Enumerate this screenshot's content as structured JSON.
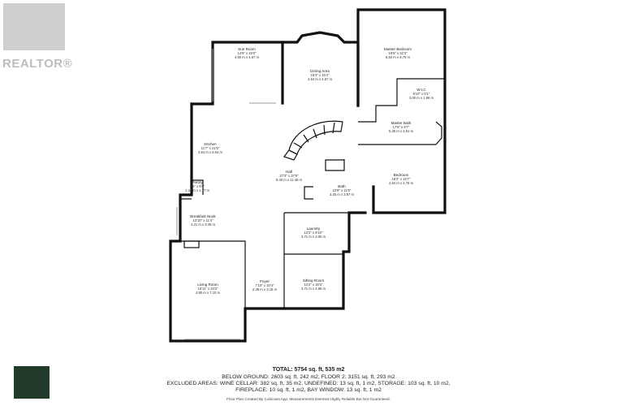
{
  "brand": {
    "realtor_label": "REALTOR®",
    "colors": {
      "logo_gray": "#cfcfcf",
      "badge_green": "#223a2a",
      "wall": "#111111"
    }
  },
  "rooms": [
    {
      "id": "sunroom",
      "name": "Sun Room",
      "imperial": "14'9\" x 15'0\"",
      "metric": "4.50 m x 4.57 m"
    },
    {
      "id": "dining",
      "name": "Dining Area",
      "imperial": "15'3\" x 15'4\"",
      "metric": "4.64 m x 4.67 m"
    },
    {
      "id": "master",
      "name": "Master Bedroom",
      "imperial": "18'6\" x 22'3\"",
      "metric": "5.63 m x 6.79 m"
    },
    {
      "id": "wic",
      "name": "W.I.C",
      "imperial": "9'10\" x 6'1\"",
      "metric": "3.00 m x 1.86 m"
    },
    {
      "id": "masterbath",
      "name": "Master Bath",
      "imperial": "17'6\" x 9'7\"",
      "metric": "5.35 m x 2.91 m"
    },
    {
      "id": "kitchen",
      "name": "Kitchen",
      "imperial": "11'7\" x 21'5\"",
      "metric": "3.54 m x 6.54 m"
    },
    {
      "id": "hall",
      "name": "Hall",
      "imperial": "27'3\" x 37'8\"",
      "metric": "8.30 m x 11.49 m"
    },
    {
      "id": "bedroom",
      "name": "Bedroom",
      "imperial": "16'2\" x 15'7\"",
      "metric": "4.94 m x 4.76 m"
    },
    {
      "id": "bath",
      "name": "Bath",
      "imperial": "10'8\" x 11'9\"",
      "metric": "3.25 m x 3.57 m"
    },
    {
      "id": "pantry",
      "name": "Pantry",
      "imperial": "4'1\" x 5'9\"",
      "metric": "1.24 m x 1.77 m"
    },
    {
      "id": "breakfast",
      "name": "Breakfast Nook",
      "imperial": "13'10\" x 11'4\"",
      "metric": "4.21 m x 3.45 m"
    },
    {
      "id": "laundry",
      "name": "Laundry",
      "imperial": "12'2\" x 9'10\"",
      "metric": "3.71 m x 3.00 m"
    },
    {
      "id": "foyer",
      "name": "Foyer",
      "imperial": "7'10\" x 10'4\"",
      "metric": "2.38 m x 3.15 m"
    },
    {
      "id": "sitting",
      "name": "Sitting Room",
      "imperial": "12'2\" x 16'3\"",
      "metric": "3.71 m x 4.95 m"
    },
    {
      "id": "living",
      "name": "Living Room",
      "imperial": "15'11\" x 23'3\"",
      "metric": "4.85 m x 7.10 m"
    }
  ],
  "summary": {
    "total": "TOTAL: 5754 sq. ft, 535 m2",
    "line1": "BELOW GROUND: 2603 sq. ft, 242 m2, FLOOR 2: 3151 sq. ft, 293 m2",
    "line2": "EXCLUDED AREAS: WINE CELLAR: 382 sq. ft, 35 m2, UNDEFINED: 13 sq. ft, 1 m2, STORAGE: 103 sq. ft, 10 m2,",
    "line3": "FIREPLACE: 10 sq. ft, 1 m2, BAY WINDOW: 13 sq. ft, 1 m2",
    "credit": "Floor Plan Created By Cubicasa App. Measurements Deemed Highly Reliable But Not Guaranteed."
  }
}
